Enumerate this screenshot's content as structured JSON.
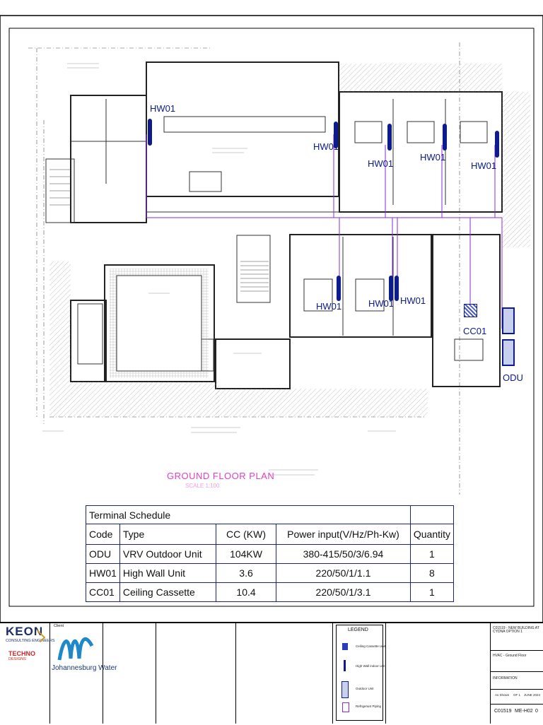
{
  "drawing": {
    "plan_title": "GROUND FLOOR PLAN",
    "scale": "SCALE 1:100",
    "equipment_labels": [
      "HW01",
      "HW01",
      "HW01",
      "HW01",
      "HW01",
      "HW01",
      "HW01",
      "CC01",
      "ODU"
    ],
    "colors": {
      "pipe": "#8a2be2",
      "unit": "#0d1b8c",
      "wall": "#222222",
      "plan_title": "#e040c8"
    }
  },
  "schedule": {
    "title": "Terminal Schedule",
    "headers": [
      "Code",
      "Type",
      "CC (KW)",
      "Power input(V/Hz/Ph-Kw)",
      "Quantity"
    ],
    "rows": [
      [
        "ODU",
        "VRV Outdoor Unit",
        "104KW",
        "380-415/50/3/6.94",
        "1"
      ],
      [
        "HW01",
        "High Wall Unit",
        "3.6",
        "220/50/1/1.1",
        "8"
      ],
      [
        "CC01",
        "Ceiling Cassette",
        "10.4",
        "220/50/1/3.1",
        "1"
      ]
    ]
  },
  "title_block": {
    "consultant": {
      "logo": "KEON",
      "logo_sub": "CONSULTING ENGINEERS",
      "partner": "TECHNO",
      "partner_sub": "DESIGNS"
    },
    "client": {
      "name": "Johannesburg Water",
      "label": "Client"
    },
    "legend": {
      "title": "LEGEND",
      "items": [
        "Ceiling Cassette Unit",
        "High Wall indoor unit",
        "Outdoor Unit",
        "Refrigerant Piping"
      ]
    },
    "project": "C01519 - NEW BUILDING AT CYDNA OPTION 1",
    "drawing_title": "HVAC - Ground Floor",
    "status": "INFORMATION",
    "drawn_by": "As Shown",
    "sheet": "OF 1",
    "date": "JUNE 2024",
    "project_no": "C01519",
    "drawing_no": "ME-H02",
    "revision": "0"
  }
}
